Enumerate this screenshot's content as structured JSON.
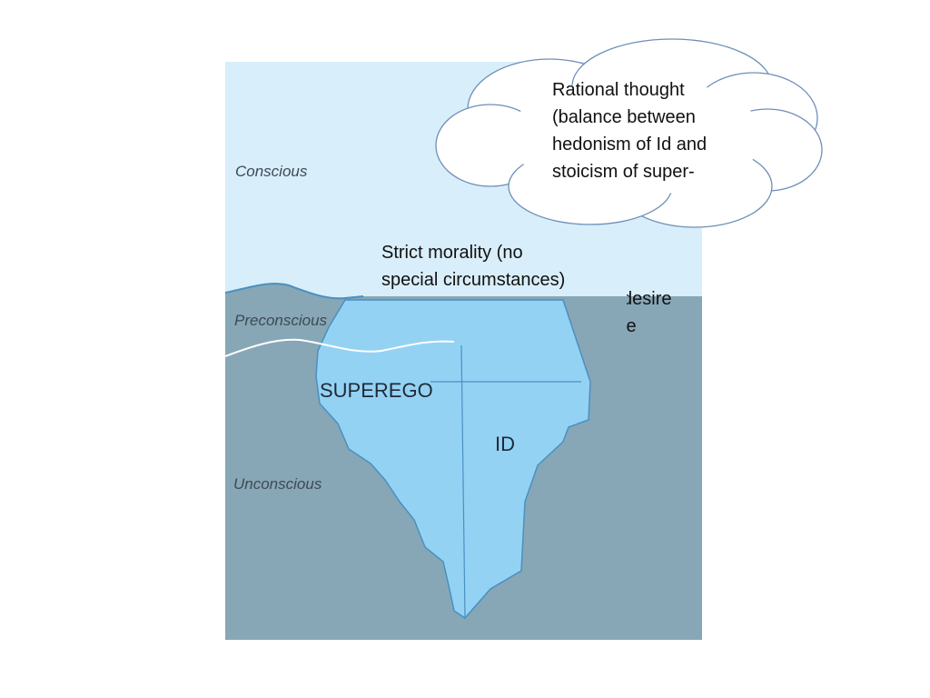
{
  "diagram": {
    "layers": {
      "conscious": "Conscious",
      "preconscious": "Preconscious",
      "unconscious": "Unconscious"
    },
    "regions": {
      "superego": "SUPEREGO",
      "id": "ID"
    },
    "colors": {
      "conscious_bg": "#d8eefa",
      "unconscious_bg": "#87a7b6",
      "iceberg": "#94d2f4",
      "iceberg_edge": "#4a90c0",
      "bubble_edge": "#6f8fb8"
    }
  },
  "bubbles": {
    "ego": "Rational thought\n(balance between\nhedonism of Id and\nstoicism of super-",
    "id": "Pleasure: desire\nfor pleasure",
    "superego": "Strict morality (no\nspecial circumstances)"
  }
}
